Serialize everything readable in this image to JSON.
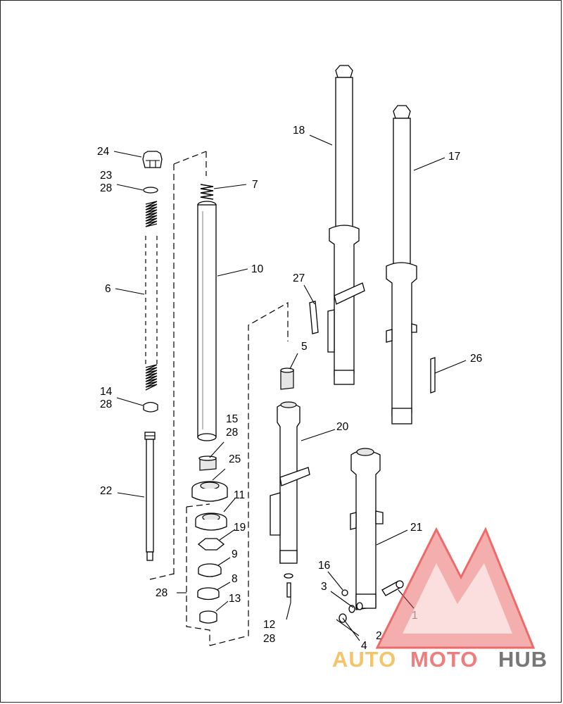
{
  "diagram": {
    "callouts": {
      "c1": "1",
      "c2": "2",
      "c3": "3",
      "c4": "4",
      "c5": "5",
      "c6": "6",
      "c7": "7",
      "c8": "8",
      "c9": "9",
      "c10": "10",
      "c11": "11",
      "c12": "12",
      "c12b": "28",
      "c13": "13",
      "c14": "14",
      "c14b": "28",
      "c15": "15",
      "c15b": "28",
      "c16": "16",
      "c17": "17",
      "c18": "18",
      "c19": "19",
      "c20": "20",
      "c21": "21",
      "c22": "22",
      "c23": "23",
      "c23b": "28",
      "c24": "24",
      "c25": "25",
      "c26": "26",
      "c27": "27",
      "c28": "28"
    }
  },
  "watermark": {
    "word1": "AUTO",
    "word2": "MOTO",
    "word3": "HUB",
    "colors": {
      "auto": "#f2b84a",
      "moto": "#e86262",
      "hub": "#5a5a5a",
      "logo": "#e84a4a"
    }
  }
}
